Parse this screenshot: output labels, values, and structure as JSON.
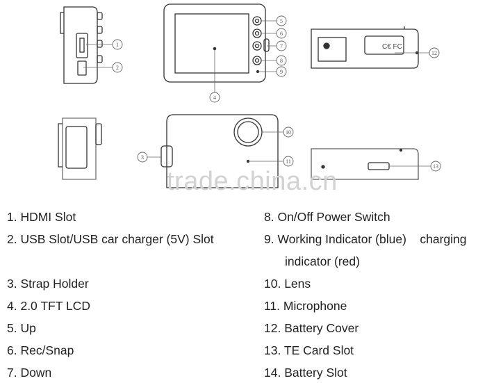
{
  "watermark": "trade.china.cn",
  "callouts": [
    "1",
    "2",
    "3",
    "4",
    "5",
    "6",
    "7",
    "8",
    "9",
    "10",
    "11",
    "12",
    "13"
  ],
  "legend": {
    "left": [
      "1. HDMI Slot",
      "2. USB Slot/USB car charger (5V) Slot",
      "3. Strap Holder",
      "4. 2.0 TFT LCD",
      "5. Up",
      "6. Rec/Snap",
      "7. Down"
    ],
    "right": [
      "8. On/Off Power Switch",
      "9. Working Indicator (blue)    charging",
      "indicator (red)",
      "10. Lens",
      "11. Microphone",
      "12. Battery Cover",
      "13. TE Card Slot",
      "14. Battery Slot"
    ]
  }
}
